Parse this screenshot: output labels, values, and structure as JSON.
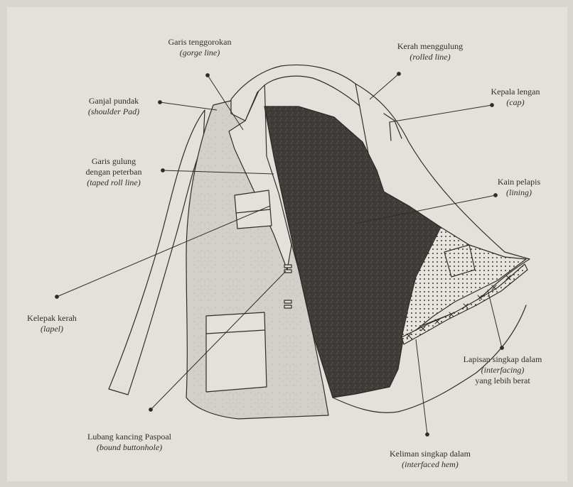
{
  "labels": {
    "gorge": {
      "line1": "Garis tenggorokan",
      "line2": "(gorge line)"
    },
    "rolled": {
      "line1": "Kerah menggulung",
      "line2": "(rolled line)"
    },
    "shoulder": {
      "line1": "Ganjal pundak",
      "line2": "(shoulder Pad)"
    },
    "cap": {
      "line1": "Kepala lengan",
      "line2": "(cap)"
    },
    "taped": {
      "line1": "Garis gulung",
      "line2": "dengan peterban",
      "line3": "(taped roll line)"
    },
    "lining": {
      "line1": "Kain pelapis",
      "line2": "(lining)"
    },
    "lapel": {
      "line1": "Kelepak kerah",
      "line2": "(lapel)"
    },
    "interfacing": {
      "line1": "Lapisan singkap dalam",
      "line2": "(interfacing)",
      "line3": "yang lebih berat"
    },
    "buttonhole": {
      "line1": "Lubang kancing Paspoal",
      "line2": "(bound buttonhole)"
    },
    "hem": {
      "line1": "Keliman singkap dalam",
      "line2": "(interfaced hem)"
    }
  },
  "colors": {
    "page": "#e4e1db",
    "ink": "#2f2d2a",
    "lining_fill": "#3f3c39",
    "fabric_fill": "#cfccc5"
  }
}
